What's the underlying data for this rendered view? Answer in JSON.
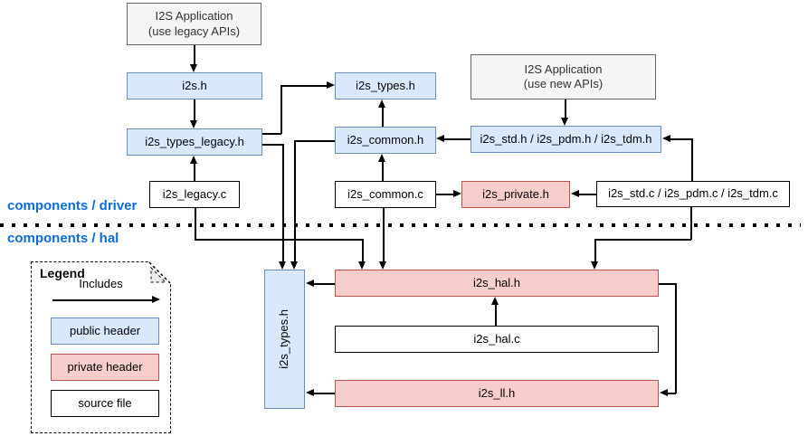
{
  "sections": {
    "driver": "components / driver",
    "hal": "components / hal"
  },
  "nodes": {
    "app_legacy": {
      "label": "I2S Application\n(use legacy APIs)",
      "kind": "application"
    },
    "i2s_h": {
      "label": "i2s.h",
      "kind": "public-header"
    },
    "i2s_types_legacy_h": {
      "label": "i2s_types_legacy.h",
      "kind": "public-header"
    },
    "i2s_legacy_c": {
      "label": "i2s_legacy.c",
      "kind": "source-file"
    },
    "i2s_types_h_driver": {
      "label": "i2s_types.h",
      "kind": "public-header"
    },
    "i2s_common_h": {
      "label": "i2s_common.h",
      "kind": "public-header"
    },
    "i2s_common_c": {
      "label": "i2s_common.c",
      "kind": "source-file"
    },
    "i2s_private_h": {
      "label": "i2s_private.h",
      "kind": "private-header"
    },
    "app_new": {
      "label": "I2S Application\n(use new APIs)",
      "kind": "application"
    },
    "i2s_std_pdm_tdm_h": {
      "label": "i2s_std.h / i2s_pdm.h / i2s_tdm.h",
      "kind": "public-header"
    },
    "i2s_std_pdm_tdm_c": {
      "label": "i2s_std.c / i2s_pdm.c / i2s_tdm.c",
      "kind": "source-file"
    },
    "i2s_types_h_hal": {
      "label": "i2s_types.h",
      "kind": "public-header"
    },
    "i2s_hal_h": {
      "label": "i2s_hal.h",
      "kind": "private-header"
    },
    "i2s_hal_c": {
      "label": "i2s_hal.c",
      "kind": "source-file"
    },
    "i2s_ll_h": {
      "label": "i2s_ll.h",
      "kind": "private-header"
    }
  },
  "edges": [
    {
      "from": "app_legacy",
      "to": "i2s_h"
    },
    {
      "from": "i2s_h",
      "to": "i2s_types_legacy_h"
    },
    {
      "from": "i2s_legacy_c",
      "to": "i2s_types_legacy_h"
    },
    {
      "from": "i2s_types_legacy_h",
      "to": "i2s_types_h_driver"
    },
    {
      "from": "i2s_types_legacy_h",
      "to": "i2s_types_h_hal"
    },
    {
      "from": "i2s_common_h",
      "to": "i2s_types_h_driver"
    },
    {
      "from": "i2s_common_h",
      "to": "i2s_types_h_hal"
    },
    {
      "from": "i2s_common_c",
      "to": "i2s_common_h"
    },
    {
      "from": "i2s_common_c",
      "to": "i2s_private_h"
    },
    {
      "from": "i2s_common_c",
      "to": "i2s_hal_h"
    },
    {
      "from": "app_new",
      "to": "i2s_std_pdm_tdm_h"
    },
    {
      "from": "i2s_std_pdm_tdm_h",
      "to": "i2s_common_h"
    },
    {
      "from": "i2s_std_pdm_tdm_c",
      "to": "i2s_std_pdm_tdm_h"
    },
    {
      "from": "i2s_std_pdm_tdm_c",
      "to": "i2s_private_h"
    },
    {
      "from": "i2s_std_pdm_tdm_c",
      "to": "i2s_hal_h"
    },
    {
      "from": "i2s_legacy_c",
      "to": "i2s_hal_h"
    },
    {
      "from": "i2s_hal_h",
      "to": "i2s_types_h_hal"
    },
    {
      "from": "i2s_hal_h",
      "to": "i2s_ll_h"
    },
    {
      "from": "i2s_hal_c",
      "to": "i2s_hal_h"
    },
    {
      "from": "i2s_ll_h",
      "to": "i2s_types_h_hal"
    }
  ],
  "legend": {
    "title": "Legend",
    "includes_label": "Includes",
    "items": {
      "public": "public header",
      "private": "private header",
      "source": "source file"
    }
  },
  "colors": {
    "public_header_fill": "#dae8fc",
    "public_header_border": "#6c8ebf",
    "private_header_fill": "#f8cecc",
    "private_header_border": "#b85450",
    "application_fill": "#f5f5f5",
    "application_border": "#666666",
    "source_file_fill": "#ffffff",
    "source_file_border": "#000000",
    "section_label_text": "#0d6cd8",
    "edge_line": "#000000"
  }
}
